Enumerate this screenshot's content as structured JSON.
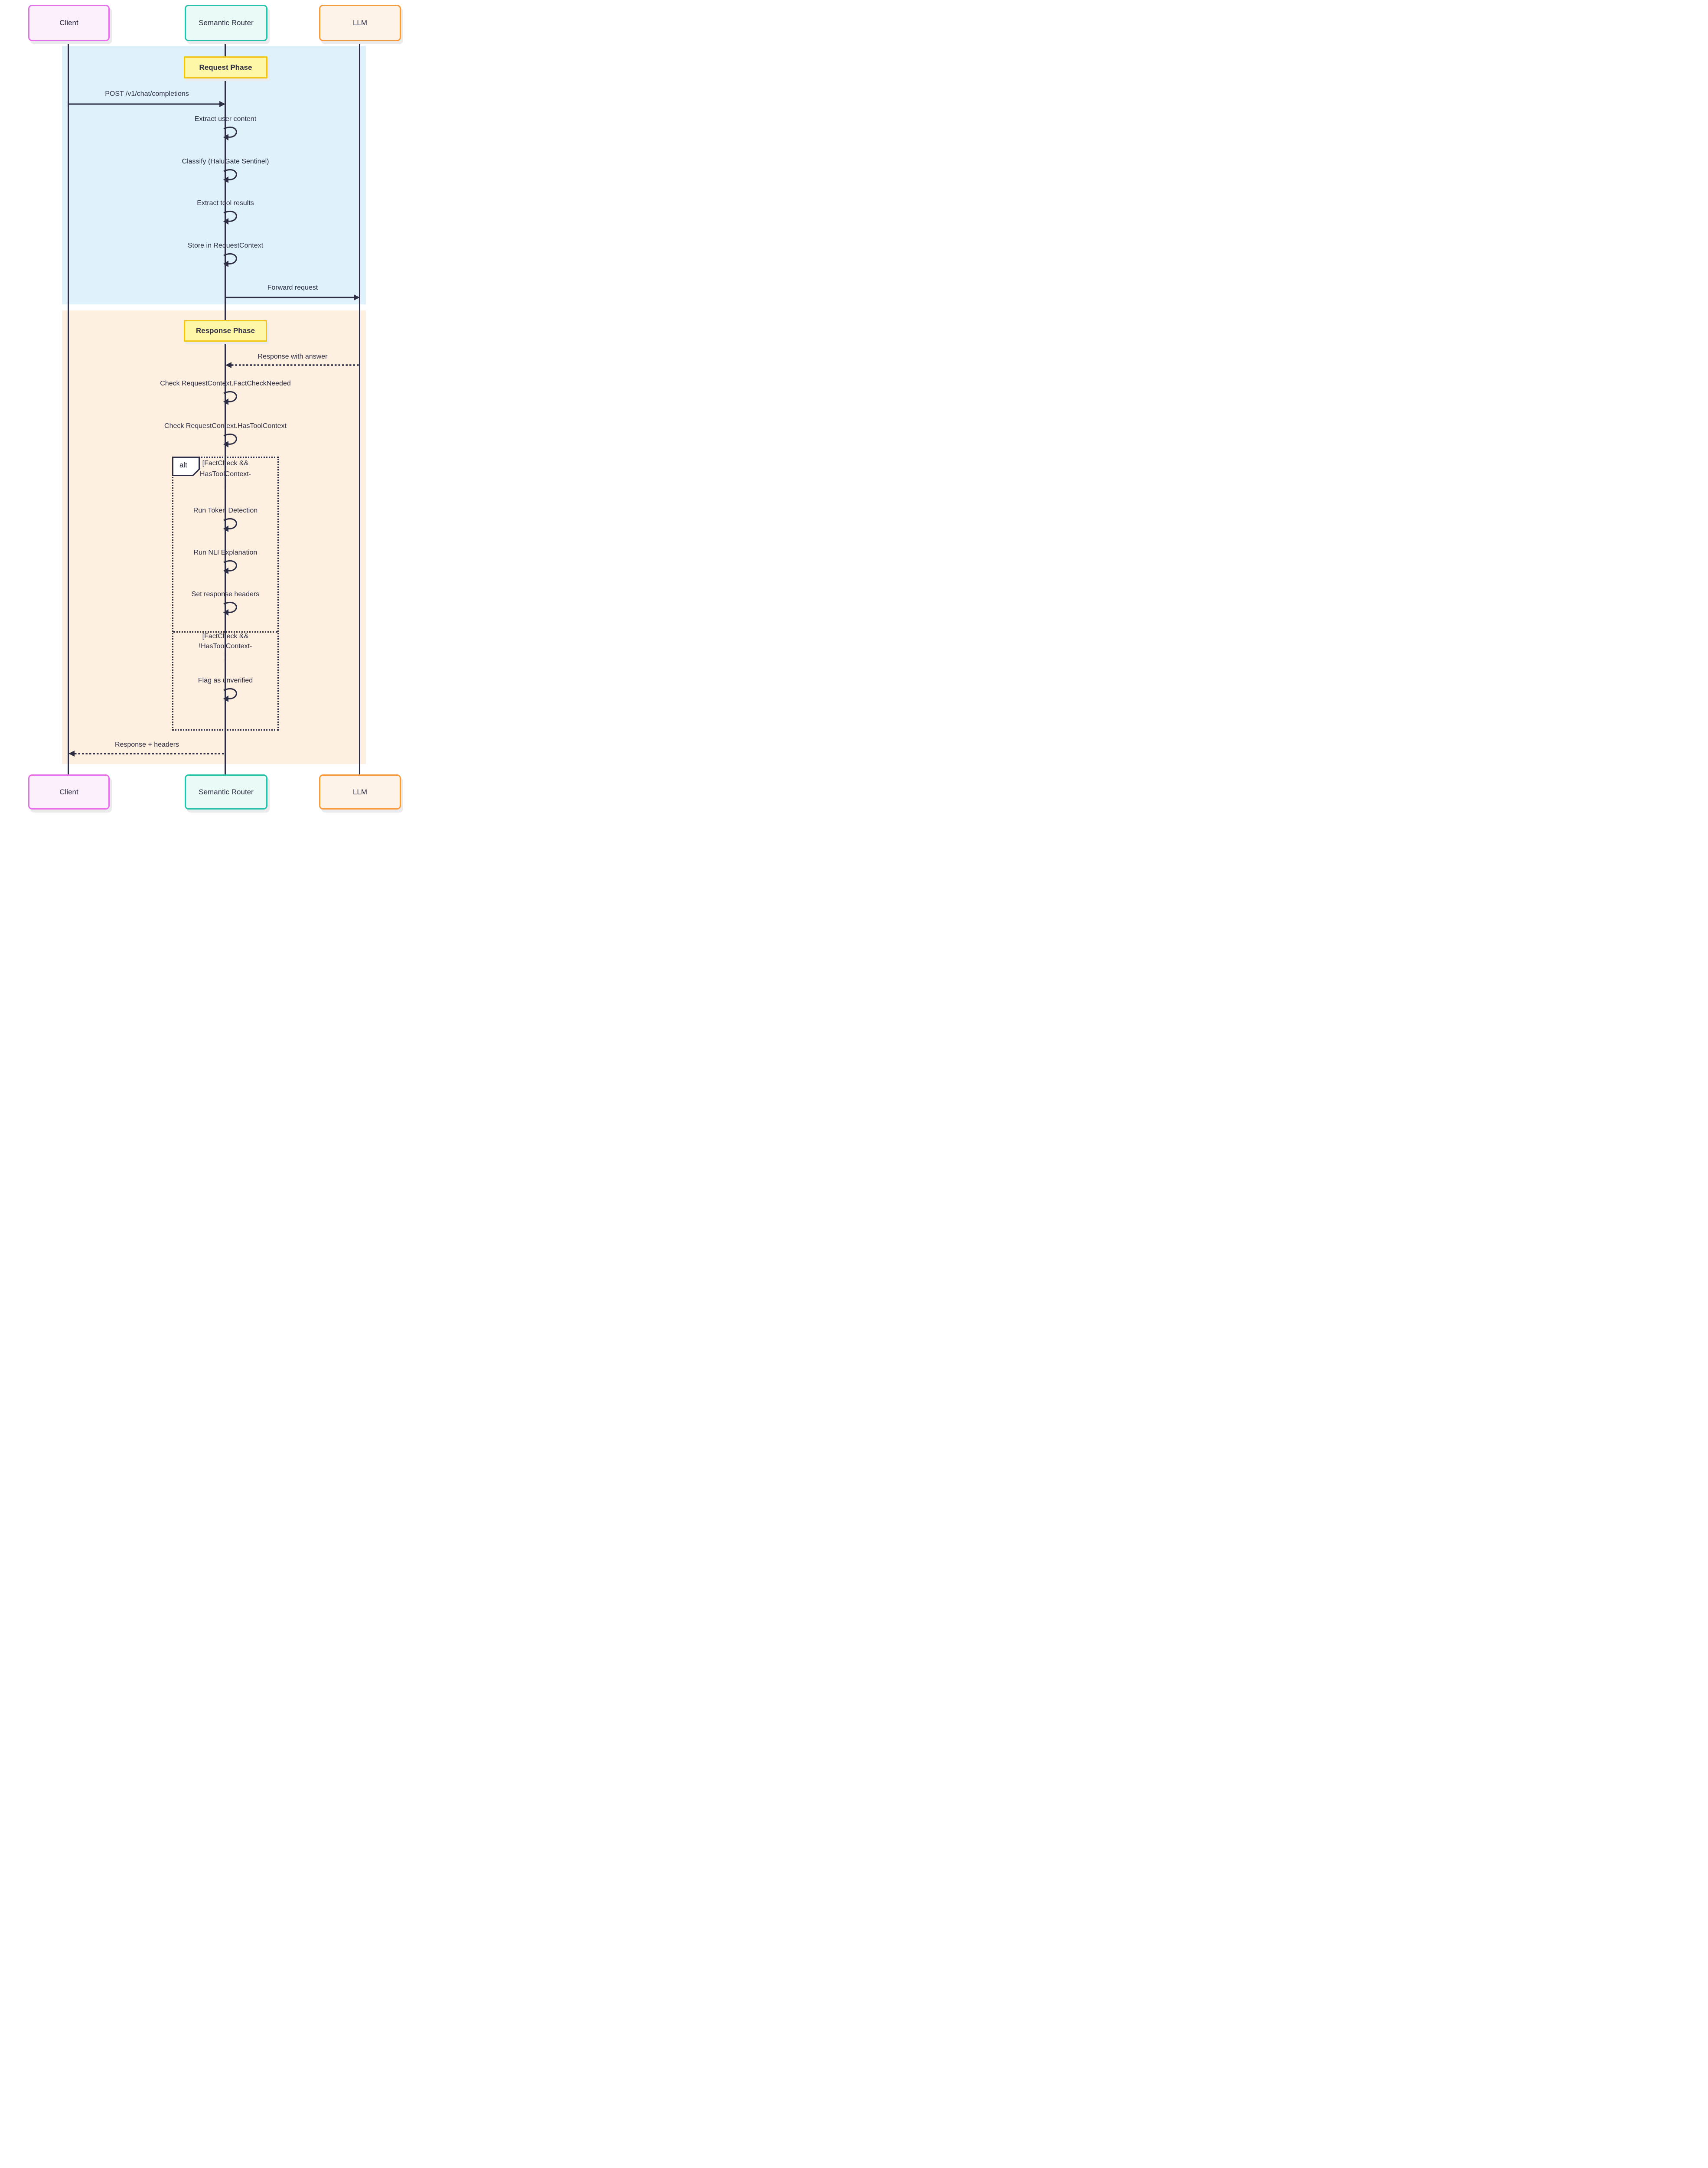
{
  "diagram": {
    "actors": [
      {
        "id": "client",
        "label": "Client"
      },
      {
        "id": "router",
        "label": "Semantic Router"
      },
      {
        "id": "llm",
        "label": "LLM"
      }
    ],
    "request_phase": {
      "title": "Request Phase",
      "messages": {
        "post": "POST /v1/chat/completions",
        "extract_user": "Extract user content",
        "classify": "Classify (HaluGate Sentinel)",
        "extract_tools": "Extract tool results",
        "store_context": "Store in RequestContext",
        "forward": "Forward request"
      }
    },
    "response_phase": {
      "title": "Response Phase",
      "messages": {
        "response_answer": "Response with answer",
        "check_factcheck": "Check RequestContext.FactCheckNeeded",
        "check_toolcontext": "Check RequestContext.HasToolContext",
        "run_token": "Run Token Detection",
        "run_nli": "Run NLI Explanation",
        "set_headers": "Set response headers",
        "flag_unverified": "Flag as unverified",
        "response_headers": "Response + headers"
      },
      "alt": {
        "label": "alt",
        "condition_if": [
          "[FactCheck &&",
          "HasToolContext-",
          "]"
        ],
        "condition_else": [
          "[FactCheck &&",
          "!HasToolContext-",
          "]"
        ]
      }
    }
  },
  "colors": {
    "ink": "#2d2d44",
    "band_request": "#dff2fb",
    "band_response": "#fdf0e0",
    "note_fill": "#fff7a8",
    "note_border": "#f2c51d",
    "client_fill": "#fdf0fd",
    "client_border": "#e570e8",
    "router_fill": "#eafaf6",
    "router_border": "#25c3a8",
    "llm_fill": "#fdf3e8",
    "llm_border": "#f59c41",
    "frame_label_fill": "#ffffff",
    "shadow": "#ebebee"
  }
}
